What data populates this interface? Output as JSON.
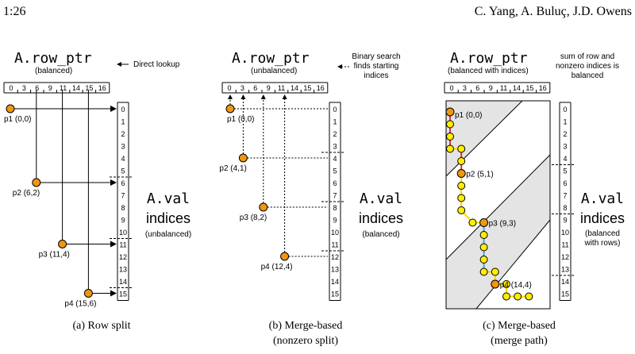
{
  "header": {
    "page_number": "1:26",
    "authors": "C. Yang, A. Buluç, J.D. Owens"
  },
  "colors": {
    "orange": "#f0960f",
    "yellow": "#ffee00",
    "red": "#e0303a",
    "blue": "#4aa3e0",
    "shade": "#e4e4e4"
  },
  "panel_a": {
    "title": "A.row_ptr",
    "subtitle": "(balanced)",
    "note": "Direct lookup",
    "row_ptr": [
      "0",
      "3",
      "6",
      "9",
      "11",
      "14",
      "15",
      "16"
    ],
    "val_indices": [
      "0",
      "1",
      "2",
      "3",
      "4",
      "5",
      "6",
      "7",
      "8",
      "9",
      "10",
      "11",
      "12",
      "13",
      "14",
      "15"
    ],
    "side_label_1": "A.val",
    "side_label_2": "indices",
    "side_label_3": "(unbalanced)",
    "points": [
      {
        "label": "p1 (0,0)",
        "row": 0,
        "idx": 0
      },
      {
        "label": "p2 (6,2)",
        "row": 2,
        "idx": 6
      },
      {
        "label": "p3 (11,4)",
        "row": 4,
        "idx": 11
      },
      {
        "label": "p4 (15,6)",
        "row": 6,
        "idx": 15
      }
    ],
    "caption": "(a) Row split"
  },
  "panel_b": {
    "title": "A.row_ptr",
    "subtitle": "(unbalanced)",
    "note_1": "Binary search",
    "note_2": "finds starting",
    "note_3": "indices",
    "row_ptr": [
      "0",
      "3",
      "6",
      "9",
      "11",
      "14",
      "15",
      "16"
    ],
    "val_indices": [
      "0",
      "1",
      "2",
      "3",
      "4",
      "5",
      "6",
      "7",
      "8",
      "9",
      "10",
      "11",
      "12",
      "13",
      "14",
      "15"
    ],
    "side_label_1": "A.val",
    "side_label_2": "indices",
    "side_label_3": "(balanced)",
    "points": [
      {
        "label": "p1 (0,0)",
        "row": 0,
        "idx": 0
      },
      {
        "label": "p2 (4,1)",
        "row": 1,
        "idx": 4
      },
      {
        "label": "p3 (8,2)",
        "row": 2,
        "idx": 8
      },
      {
        "label": "p4 (12,4)",
        "row": 4,
        "idx": 12
      }
    ],
    "caption_1": "(b) Merge-based",
    "caption_2": "(nonzero split)"
  },
  "panel_c": {
    "title": "A.row_ptr",
    "subtitle": "(balanced with indices)",
    "note_1": "sum of row and",
    "note_2": "nonzero indices is",
    "note_3": "balanced",
    "row_ptr": [
      "0",
      "3",
      "6",
      "9",
      "11",
      "14",
      "15",
      "16"
    ],
    "val_indices": [
      "0",
      "1",
      "2",
      "3",
      "4",
      "5",
      "6",
      "7",
      "8",
      "9",
      "10",
      "11",
      "12",
      "13",
      "14",
      "15"
    ],
    "side_label_1": "A.val",
    "side_label_2": "indices",
    "side_label_3": "(balanced",
    "side_label_4": "with rows)",
    "points": [
      {
        "label": "p1 (0,0)",
        "row": 0,
        "idx": 0
      },
      {
        "label": "p2 (5,1)",
        "row": 1,
        "idx": 5
      },
      {
        "label": "p3 (9,3)",
        "row": 3,
        "idx": 9
      },
      {
        "label": "p4 (14,4)",
        "row": 4,
        "idx": 14
      }
    ],
    "caption_1": "(c) Merge-based",
    "caption_2": "(merge path)"
  }
}
